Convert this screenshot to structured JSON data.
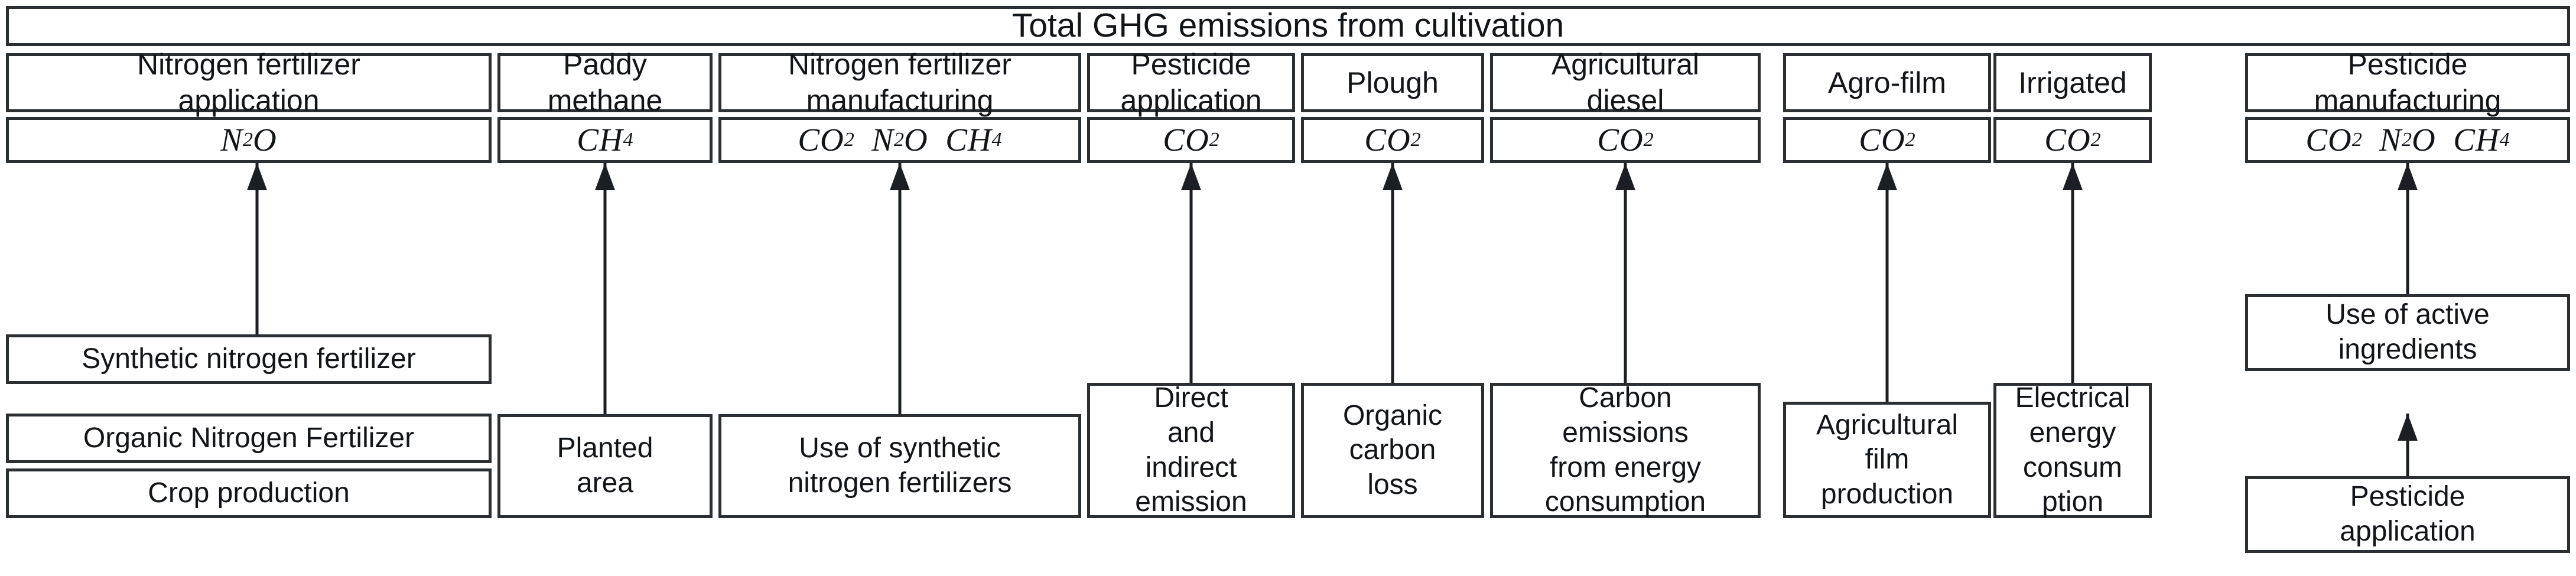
{
  "title": {
    "text": "Total GHG emissions from cultivation"
  },
  "categories": [
    {
      "label": "Nitrogen fertilizer\napplication"
    },
    {
      "label": "Paddy\nmethane"
    },
    {
      "label": "Nitrogen fertilizer\nmanufacturing"
    },
    {
      "label": "Pesticide\napplication"
    },
    {
      "label": "Plough"
    },
    {
      "label": "Agricultural\ndiesel"
    },
    {
      "label": "Agro-film"
    },
    {
      "label": "Irrigated"
    },
    {
      "label": "Pesticide\nmanufacturing"
    }
  ],
  "gases": [
    {
      "formula": "N2O",
      "html": "N<sub>2</sub>O"
    },
    {
      "formula": "CH4",
      "html": "CH<sub>4</sub>"
    },
    {
      "formula": "CO2 N2O CH4",
      "html": "CO<sub>2</sub>&nbsp; N<sub>2</sub>O&nbsp; CH<sub>4</sub>"
    },
    {
      "formula": "CO2",
      "html": "CO<sub>2</sub>"
    },
    {
      "formula": "CO2",
      "html": "CO<sub>2</sub>"
    },
    {
      "formula": "CO2",
      "html": "CO<sub>2</sub>"
    },
    {
      "formula": "CO2",
      "html": "CO<sub>2</sub>"
    },
    {
      "formula": "CO2",
      "html": "CO<sub>2</sub>"
    },
    {
      "formula": "CO2 N2O CH4",
      "html": "CO<sub>2</sub>&nbsp; N<sub>2</sub>O&nbsp; CH<sub>4</sub>"
    }
  ],
  "sources": [
    {
      "label": "Synthetic nitrogen fertilizer"
    },
    {
      "label": "Organic Nitrogen Fertilizer"
    },
    {
      "label": "Crop production"
    },
    {
      "label": "Planted\narea"
    },
    {
      "label": "Use of synthetic\nnitrogen fertilizers"
    },
    {
      "label": "Direct\nand\nindirect\nemission"
    },
    {
      "label": "Organic\ncarbon\nloss"
    },
    {
      "label": "Carbon\nemissions\nfrom energy\nconsumption"
    },
    {
      "label": "Agricultural\nfilm\nproduction"
    },
    {
      "label": "Electrical\nenergy\nconsum\nption"
    },
    {
      "label": "Use of active\ningredients"
    },
    {
      "label": "Pesticide\napplication"
    }
  ],
  "colors": {
    "border": "#2b2f33",
    "text": "#111418",
    "arrow": "#1b1f24",
    "background": "#ffffff"
  }
}
